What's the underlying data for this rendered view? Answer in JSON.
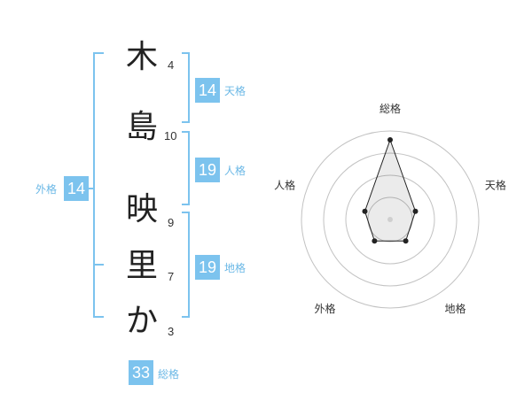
{
  "name": {
    "chars": [
      "木",
      "島",
      "映",
      "里",
      "か"
    ],
    "strokes": [
      "4",
      "10",
      "9",
      "7",
      "3"
    ]
  },
  "scores": {
    "tenkaku": {
      "label": "天格",
      "value": "14"
    },
    "jinkaku": {
      "label": "人格",
      "value": "19"
    },
    "chikaku": {
      "label": "地格",
      "value": "19"
    },
    "gaikaku": {
      "label": "外格",
      "value": "14"
    },
    "soukaku": {
      "label": "総格",
      "value": "33"
    }
  },
  "colors": {
    "accent": "#7cc3ee",
    "accent_text": "#6bb8e6",
    "text": "#222222"
  },
  "chart_data": {
    "type": "radar",
    "axes": [
      "総格",
      "天格",
      "地格",
      "外格",
      "人格"
    ],
    "values": [
      4.5,
      1.5,
      1.5,
      1.5,
      1.5
    ],
    "rmax": 5,
    "rings": 4
  }
}
